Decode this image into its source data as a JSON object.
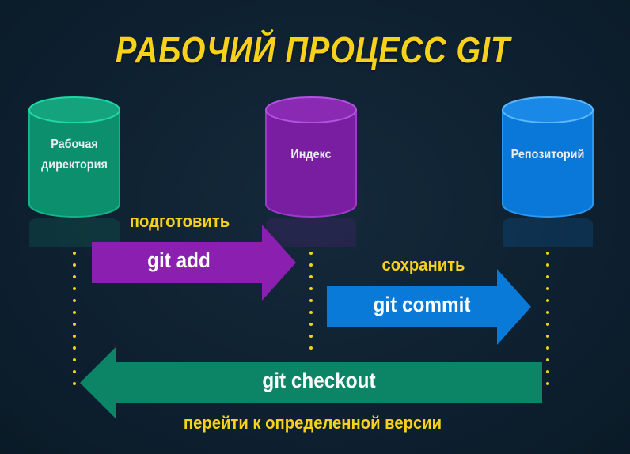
{
  "title": "РАБОЧИЙ ПРОЦЕСС GIT",
  "stores": [
    {
      "label_line1": "Рабочая",
      "label_line2": "директория",
      "color": "#0a8d6b",
      "top_color": "#17a580"
    },
    {
      "label_line1": "Индекс",
      "label_line2": "",
      "color": "#7b1fa2",
      "top_color": "#8e2ab5"
    },
    {
      "label_line1": "Репозиторий",
      "label_line2": "",
      "color": "#0a79d9",
      "top_color": "#1a8ae6"
    }
  ],
  "actions": {
    "add": {
      "command": "git add",
      "caption": "подготовить",
      "color": "#8b1fb0"
    },
    "commit": {
      "command": "git commit",
      "caption": "сохранить",
      "color": "#0a7ad8"
    },
    "checkout": {
      "command": "git checkout",
      "caption": "перейти к определенной версии",
      "color": "#0c8567"
    }
  },
  "colors": {
    "accent": "#f7d11a",
    "background": "#0f2333"
  }
}
